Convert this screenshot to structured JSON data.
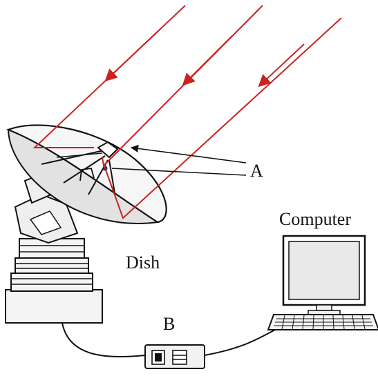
{
  "labels": {
    "a": "A",
    "b": "B",
    "dish": "Dish",
    "computer": "Computer"
  },
  "colors": {
    "ray": "#c8231e",
    "ink": "#111111",
    "dish_fill": "#f3f3f3",
    "screen_fill": "#e9e9e9"
  }
}
